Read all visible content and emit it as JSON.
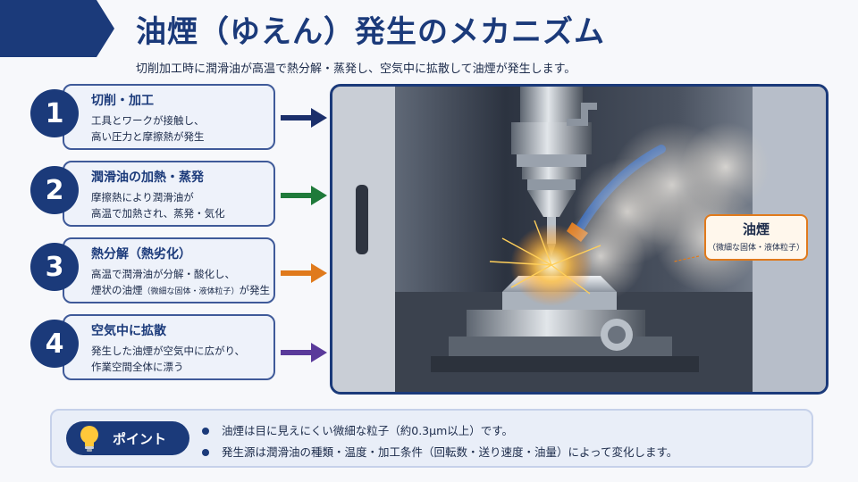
{
  "header": {
    "title": "油煙（ゆえん）発生のメカニズム",
    "subtitle": "切削加工時に潤滑油が高温で熱分解・蒸発し、空気中に拡散して油煙が発生します。"
  },
  "steps": [
    {
      "number": "1",
      "title": "切削・加工",
      "line1": "工具とワークが接触し、",
      "line2": "高い圧力と摩擦熱が発生",
      "line2_small": "",
      "line2_end": "",
      "arrow_color": "#1b2f6b"
    },
    {
      "number": "2",
      "title": "潤滑油の加熱・蒸発",
      "line1": "摩擦熱により潤滑油が",
      "line2": "高温で加熱され、蒸発・気化",
      "line2_small": "",
      "line2_end": "",
      "arrow_color": "#1f7a3a"
    },
    {
      "number": "3",
      "title": "熱分解（熱劣化）",
      "line1": "高温で潤滑油が分解・酸化し、",
      "line2": "煙状の油煙",
      "line2_small": "（微細な固体・液体粒子）",
      "line2_end": "が発生",
      "arrow_color": "#e07a1c"
    },
    {
      "number": "4",
      "title": "空気中に拡散",
      "line1": "発生した油煙が空気中に広がり、",
      "line2": "作業空間全体に漂う",
      "line2_small": "",
      "line2_end": "",
      "arrow_color": "#5a3a9a"
    }
  ],
  "callout": {
    "title": "油煙",
    "subtitle": "（微細な固体・液体粒子）"
  },
  "point": {
    "label": "ポイント",
    "bullets": [
      "油煙は目に見えにくい微細な粒子（約0.3μm以上）です。",
      "発生源は潤滑油の種類・温度・加工条件（回転数・送り速度・油量）によって変化します。"
    ]
  },
  "icons": {
    "bulb": "lightbulb-icon",
    "arrow": "arrow-right-icon"
  }
}
